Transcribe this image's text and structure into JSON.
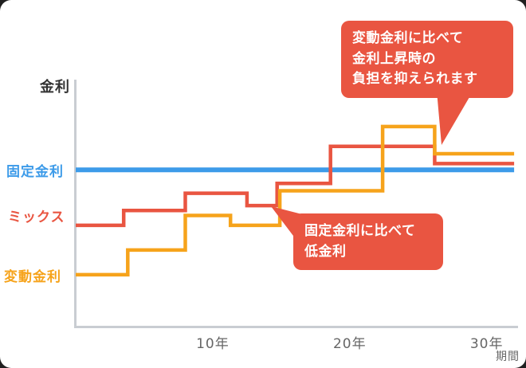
{
  "page": {
    "background": "#202020",
    "card_background": "#FFFFFF"
  },
  "colors": {
    "fixed": "#3D9BE9",
    "mix": "#E95541",
    "variable": "#F6A31B",
    "callout": "#E95541",
    "axis": "#C9CDD2",
    "text_dark": "#333333",
    "tick": "#666666"
  },
  "labels": {
    "y_axis": "金利",
    "x_axis": "期間",
    "series_fixed": "固定金利",
    "series_mix": "ミックス",
    "series_variable": "変動金利"
  },
  "callouts": [
    {
      "lines": [
        "変動金利に比べて",
        "金利上昇時の",
        "負担を抑えられます"
      ],
      "points_to": "peak of rising step lines near year 27"
    },
    {
      "lines": [
        "固定金利に比べて",
        "低金利"
      ],
      "points_to": "step lines below the fixed-rate line around year 13"
    }
  ],
  "chart_data": {
    "type": "line",
    "subtype": "step",
    "title": "",
    "xlabel": "期間",
    "ylabel": "金利",
    "x_range_years": [
      0,
      32
    ],
    "x_ticks": [
      {
        "year": 10,
        "label": "10年"
      },
      {
        "year": 20,
        "label": "20年"
      },
      {
        "year": 30,
        "label": "30年"
      }
    ],
    "y_axis_numeric_labels": false,
    "y_unit": "relative interest-rate level (axis unlabeled, 0-10 scale estimated)",
    "grid": false,
    "legend_position": "left-outside",
    "series": [
      {
        "name": "固定金利",
        "type": "constant",
        "value": 6.35,
        "color": "#3D9BE9"
      },
      {
        "name": "ミックス",
        "type": "step",
        "points": [
          [
            0,
            4.1
          ],
          [
            3.5,
            4.7
          ],
          [
            8,
            5.4
          ],
          [
            12.5,
            4.9
          ],
          [
            14.7,
            5.8
          ],
          [
            18.6,
            7.3
          ],
          [
            26.2,
            6.6
          ]
        ],
        "color": "#E95541"
      },
      {
        "name": "変動金利",
        "type": "step",
        "points": [
          [
            0,
            2.1
          ],
          [
            3.8,
            3.1
          ],
          [
            8,
            4.5
          ],
          [
            11.3,
            4.1
          ],
          [
            14.9,
            5.5
          ],
          [
            22.4,
            8.1
          ],
          [
            26.2,
            7.0
          ]
        ],
        "color": "#F6A31B"
      }
    ]
  }
}
